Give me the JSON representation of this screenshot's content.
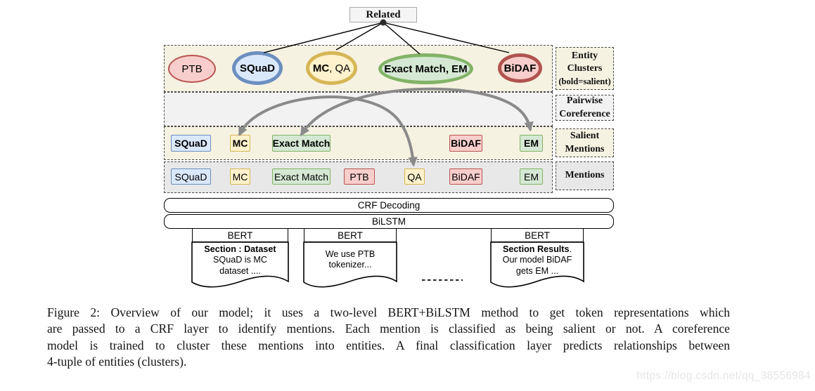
{
  "related": {
    "label": "Related"
  },
  "palette": {
    "blue_fill": "#dae8fc",
    "blue_stroke": "#6c8ebf",
    "yellow_fill": "#fff2cc",
    "yellow_stroke": "#d6b656",
    "green_fill": "#d5e8d4",
    "green_stroke": "#82b366",
    "red_fill": "#f8cecc",
    "red_stroke": "#b85450",
    "cream_row_bg": "#f6f2e2",
    "gray_row_light": "#f2f2f2",
    "gray_row_mid": "#e8e8e8",
    "coref_arc_gray": "#8a8a8a"
  },
  "entity_clusters": {
    "ellipses": [
      {
        "bold": "",
        "regular": "PTB",
        "color": "red"
      },
      {
        "bold": "SQuaD",
        "regular": "",
        "color": "blue"
      },
      {
        "bold": "MC",
        "regular": ", QA",
        "color": "yellow"
      },
      {
        "bold": "Exact Match, EM",
        "regular": "",
        "color": "green"
      },
      {
        "bold": "BiDAF",
        "regular": "",
        "color": "red"
      }
    ]
  },
  "row_labels": {
    "entity": [
      "Entity",
      "Clusters",
      "(bold=salient)"
    ],
    "pairwise": [
      "Pairwise",
      "Coreference"
    ],
    "salient": [
      "Salient",
      "Mentions"
    ],
    "mentions": [
      "Mentions"
    ]
  },
  "salient_mentions": [
    "SQuaD",
    "MC",
    "Exact Match",
    "BiDAF",
    "EM"
  ],
  "mentions": [
    "SQuaD",
    "MC",
    "Exact Match",
    "PTB",
    "QA",
    "BiDAF",
    "EM"
  ],
  "layers": {
    "crf": "CRF Decoding",
    "bilstm": "BiLSTM"
  },
  "bert_docs": [
    {
      "header": "BERT",
      "lines": [
        {
          "bold": "Section : Dataset",
          "regular": ""
        },
        {
          "bold": "",
          "regular": "SQuaD is MC"
        },
        {
          "bold": "",
          "regular": "dataset ...."
        }
      ]
    },
    {
      "header": "BERT",
      "lines": [
        {
          "bold": "",
          "regular": "We use PTB"
        },
        {
          "bold": "",
          "regular": "tokenizer..."
        }
      ]
    },
    {
      "header": "BERT",
      "lines": [
        {
          "bold": "Section Results",
          "regular": "."
        },
        {
          "bold": "",
          "regular": "Our model BiDAF"
        },
        {
          "bold": "",
          "regular": "gets EM ..."
        }
      ]
    }
  ],
  "caption": {
    "lines": [
      "Figure 2: Overview of our model; it uses a two-level BERT+BiLSTM method to get token representations which",
      "are passed to a CRF layer to identify mentions. Each mention is classified as being salient or not. A coreference",
      "model is trained to cluster these mentions into entities. A final classification layer predicts relationships between",
      "4-tuple of entities (clusters)."
    ]
  },
  "watermark": "https://blog.csdn.net/qq_38556984"
}
